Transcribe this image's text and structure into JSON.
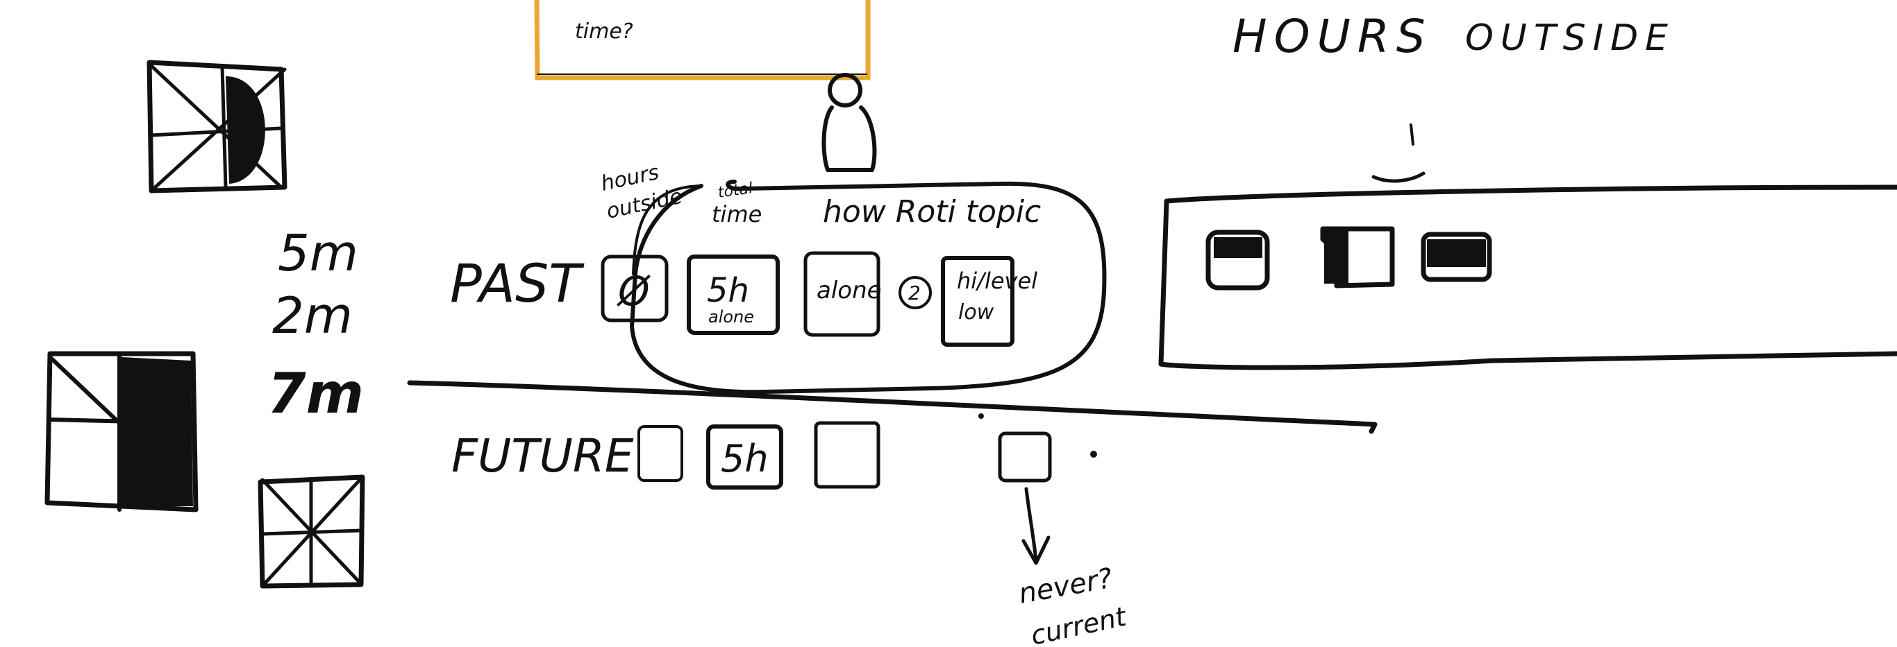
{
  "colors": {
    "ink": "#111111",
    "sticky_border": "#e7a92f",
    "sticky_fill": "#ffffff",
    "background": "#ffffff"
  },
  "sticky_note": {
    "line_1": "",
    "line_2": "time?"
  },
  "header": {
    "word_1": "HOURS",
    "word_2": "OUTSIDE"
  },
  "bubble": {
    "label_hours_outside_1": "hours",
    "label_hours_outside_2": "outside",
    "label_total_time_1": "total",
    "label_total_time_2": "time",
    "header": "how Roti topic"
  },
  "timeline": {
    "past_label": "PAST",
    "future_label": "FUTURE",
    "past_cells": [
      {
        "line_1": "Ø",
        "line_2": ""
      },
      {
        "line_1": "5h",
        "line_2": "alone"
      },
      {
        "line_1": "alone",
        "line_2": ""
      },
      {
        "line_1": "2",
        "line_2": ""
      },
      {
        "line_1": "hi/level",
        "line_2": "low"
      }
    ],
    "future_cells": [
      {
        "line_1": ""
      },
      {
        "line_1": "5h"
      },
      {
        "line_1": ""
      },
      {
        "line_1": ""
      }
    ],
    "note_1": "never?",
    "note_2": "current"
  },
  "minutes": {
    "m1": "5m",
    "m2": "2m",
    "m3": "7m"
  },
  "icons": [
    "pie-chart-icon",
    "pie-chart-icon",
    "pie-chart-icon",
    "person-icon",
    "arrow-down-icon"
  ]
}
